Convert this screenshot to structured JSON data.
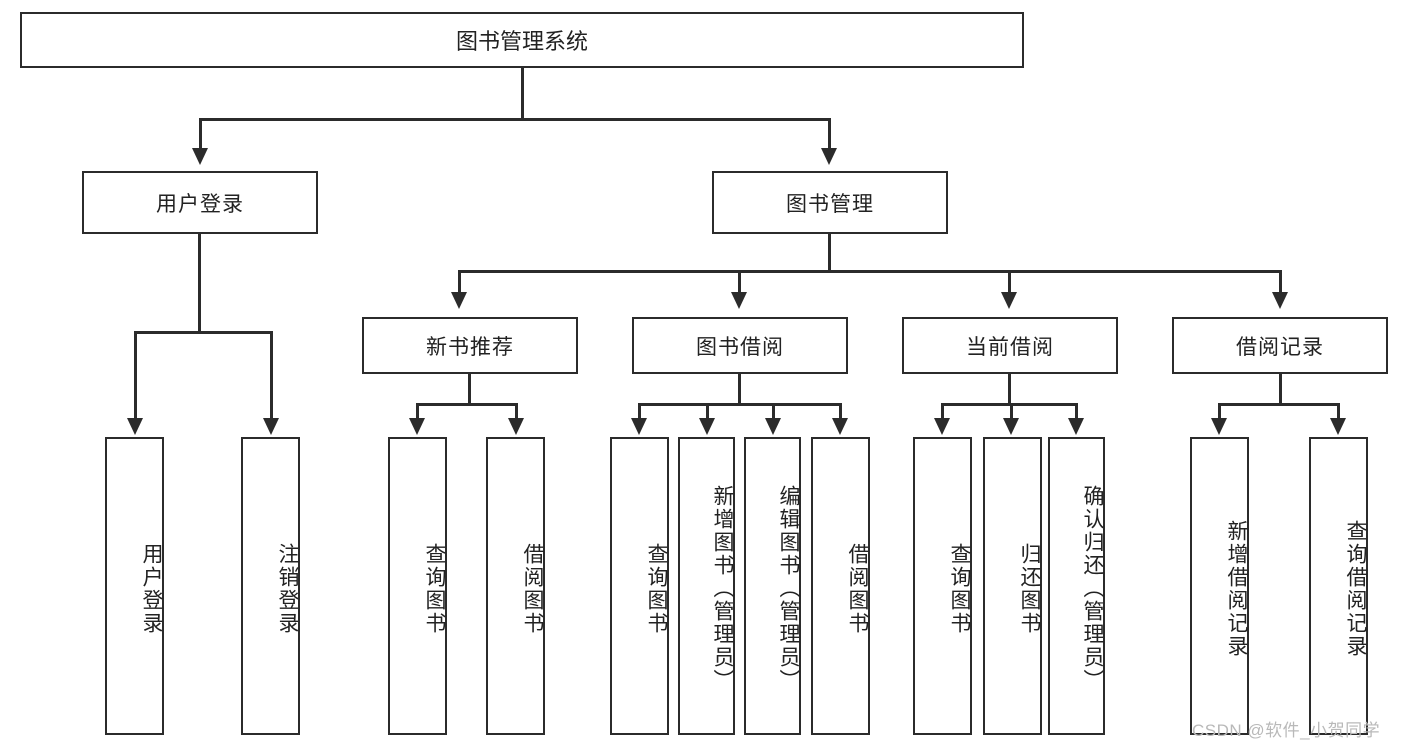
{
  "diagram": {
    "title": "图书管理系统",
    "type": "tree",
    "root": {
      "label": "图书管理系统"
    },
    "level2": [
      {
        "id": "user-login",
        "label": "用户登录"
      },
      {
        "id": "book-manage",
        "label": "图书管理"
      }
    ],
    "level3": [
      {
        "id": "new-book-recommend",
        "label": "新书推荐"
      },
      {
        "id": "book-borrow",
        "label": "图书借阅"
      },
      {
        "id": "current-borrow",
        "label": "当前借阅"
      },
      {
        "id": "borrow-record",
        "label": "借阅记录"
      }
    ],
    "leaves": {
      "user_login": [
        {
          "id": "leaf-user-login",
          "label": "用户登录"
        },
        {
          "id": "leaf-logout-login",
          "label": "注销登录"
        }
      ],
      "new_book_recommend": [
        {
          "id": "leaf-query-book-1",
          "label": "查询图书"
        },
        {
          "id": "leaf-borrow-book-1",
          "label": "借阅图书"
        }
      ],
      "book_borrow": [
        {
          "id": "leaf-query-book-2",
          "label": "查询图书"
        },
        {
          "id": "leaf-add-book",
          "label": "新增图书（管理员）"
        },
        {
          "id": "leaf-edit-book",
          "label": "编辑图书（管理员）"
        },
        {
          "id": "leaf-borrow-book-2",
          "label": "借阅图书"
        }
      ],
      "current_borrow": [
        {
          "id": "leaf-query-book-3",
          "label": "查询图书"
        },
        {
          "id": "leaf-return-book",
          "label": "归还图书"
        },
        {
          "id": "leaf-confirm-return",
          "label": "确认归还（管理员）"
        }
      ],
      "borrow_record": [
        {
          "id": "leaf-add-borrow-record",
          "label": "新增借阅记录"
        },
        {
          "id": "leaf-query-borrow-record",
          "label": "查询借阅记录"
        }
      ]
    }
  },
  "watermark": {
    "text": "CSDN @软件_小贺同学"
  },
  "colors": {
    "stroke": "#2b2b2b",
    "background": "#ffffff",
    "text": "#222222",
    "watermark": "#b9b9b9"
  }
}
